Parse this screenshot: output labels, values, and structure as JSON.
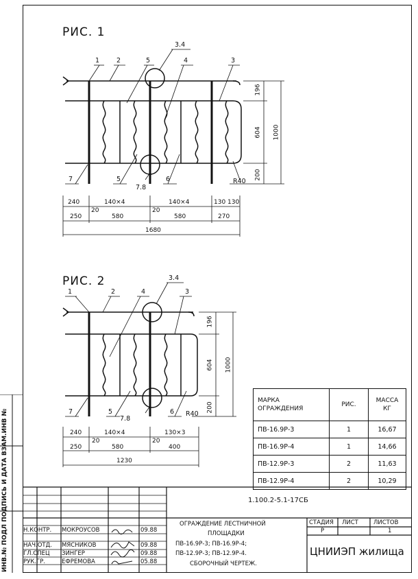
{
  "figures": {
    "fig1_title": "РИС. 1",
    "fig2_title": "РИС. 2"
  },
  "fig1": {
    "callouts": [
      "1",
      "2",
      "5",
      "3.4",
      "4",
      "3",
      "7",
      "5",
      "7.8",
      "6",
      "R40"
    ],
    "dims_vertical": [
      "196",
      "604",
      "200",
      "1000"
    ],
    "dims_row1": [
      "240",
      "140×4",
      "20",
      "140×4",
      "130",
      "130",
      "20"
    ],
    "dims_row2": [
      "250",
      "580",
      "580",
      "270"
    ],
    "dims_total": "1680"
  },
  "fig2": {
    "callouts": [
      "1",
      "2",
      "4",
      "3.4",
      "3",
      "7",
      "5",
      "7.8",
      "6",
      "R40"
    ],
    "dims_vertical": [
      "196",
      "604",
      "200",
      "1000"
    ],
    "dims_row1": [
      "240",
      "140×4",
      "130×3",
      "20",
      "20"
    ],
    "dims_row2": [
      "250",
      "580",
      "400"
    ],
    "dims_total": "1230"
  },
  "spec_table": {
    "headers": [
      "МАРКА ОГРАЖДЕНИЯ",
      "РИС.",
      "МАССА КГ"
    ],
    "rows": [
      {
        "mark": "ПВ-16.9Р-3",
        "fig": "1",
        "mass": "16,67"
      },
      {
        "mark": "ПВ-16.9Р-4",
        "fig": "1",
        "mass": "14,66"
      },
      {
        "mark": "ПВ-12.9Р-3",
        "fig": "2",
        "mass": "11,63"
      },
      {
        "mark": "ПВ-12.9Р-4",
        "fig": "2",
        "mass": "10,29"
      }
    ]
  },
  "side_label": "ИНВ.№ ПОДЛ  ПОДПИСЬ И ДАТА  ВЗАМ.ИНВ №",
  "title_block": {
    "doc_code": "1.100.2-5.1-17СБ",
    "title_lines": [
      "ОГРАЖДЕНИЕ ЛЕСТНИЧНОЙ",
      "ПЛОЩАДКИ",
      "ПВ-16.9Р-3; ПВ-16.9Р-4;",
      "ПВ-12.9Р-3; ПВ-12.9Р-4.",
      "СБОРОЧНЫЙ ЧЕРТЕЖ."
    ],
    "stage_header": "СТАДИЯ",
    "sheet_header": "ЛИСТ",
    "sheets_header": "ЛИСТОВ",
    "stage": "Р",
    "sheet": "",
    "sheets": "1",
    "org": "ЦНИИЭП жилища",
    "people": [
      {
        "role": "Н.КОНТР.",
        "name": "МОКРОУСОВ",
        "date": "09.88"
      },
      {
        "role": "НАЧ.ОТД.",
        "name": "МЯСНИКОВ",
        "date": "09.88"
      },
      {
        "role": "ГЛ.СПЕЦ",
        "name": "ЗИНГЕР",
        "date": "09.88"
      },
      {
        "role": "РУК.ГР.",
        "name": "ЕФРЕМОВА",
        "date": "05.88"
      }
    ]
  }
}
